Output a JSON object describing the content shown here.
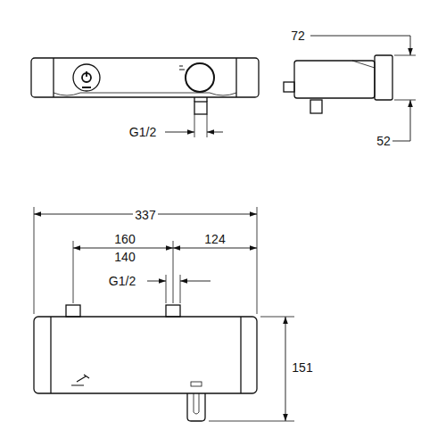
{
  "diagram": {
    "labels": [
      "72",
      "G1/2",
      "52",
      "337",
      "160",
      "140",
      "124",
      "G1/2",
      "151"
    ]
  }
}
